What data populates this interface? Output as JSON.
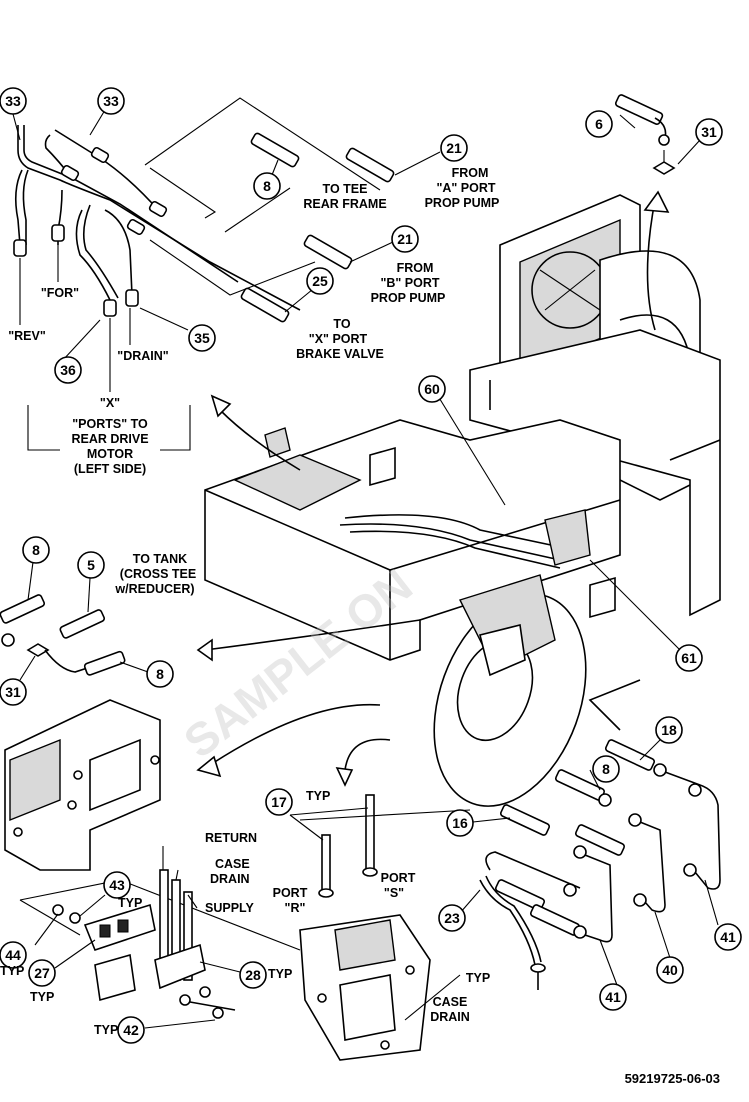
{
  "drawing_number": "59219725-06-03",
  "watermark": "SAMPLE ON ",
  "callouts": {
    "c33a": "33",
    "c33b": "33",
    "c21a": "21",
    "c21b": "21",
    "c8a": "8",
    "c25": "25",
    "c36": "36",
    "c35": "35",
    "c6": "6",
    "c31a": "31",
    "c60": "60",
    "c61": "61",
    "c8b": "8",
    "c5": "5",
    "c8c": "8",
    "c31b": "31",
    "c18": "18",
    "c8d": "8",
    "c16": "16",
    "c17": "17",
    "c43": "43",
    "c44": "44",
    "c27": "27",
    "c28": "28",
    "c42": "42",
    "c23": "23",
    "c41a": "41",
    "c40": "40",
    "c41b": "41"
  },
  "labels": {
    "to_tee_1": "TO TEE",
    "to_tee_2": "REAR FRAME",
    "from_a_1": "FROM",
    "from_a_2": "\"A\" PORT",
    "from_a_3": "PROP PUMP",
    "from_b_1": "FROM",
    "from_b_2": "\"B\" PORT",
    "from_b_3": "PROP PUMP",
    "to_x_1": "TO",
    "to_x_2": "\"X\" PORT",
    "to_x_3": "BRAKE VALVE",
    "rev": "\"REV\"",
    "for": "\"FOR\"",
    "drain": "\"DRAIN\"",
    "x": "\"X\"",
    "ports_1": "\"PORTS\" TO",
    "ports_2": "REAR DRIVE",
    "ports_3": "MOTOR",
    "ports_4": "(LEFT SIDE)",
    "to_tank_1": "TO TANK",
    "to_tank_2": "(CROSS TEE",
    "to_tank_3": "w/REDUCER)",
    "typ_17": "TYP",
    "return": "RETURN",
    "case_drain_1": "CASE",
    "case_drain_2": "DRAIN",
    "supply": "SUPPLY",
    "port_r_1": "PORT",
    "port_r_2": "\"R\"",
    "port_s_1": "PORT",
    "port_s_2": "\"S\"",
    "typ_43": "TYP",
    "typ_44": "TYP",
    "typ_27": "TYP",
    "typ_28": "TYP",
    "typ_42": "TYP",
    "typ_23": "TYP",
    "case_drain_b1": "CASE",
    "case_drain_b2": "DRAIN"
  }
}
